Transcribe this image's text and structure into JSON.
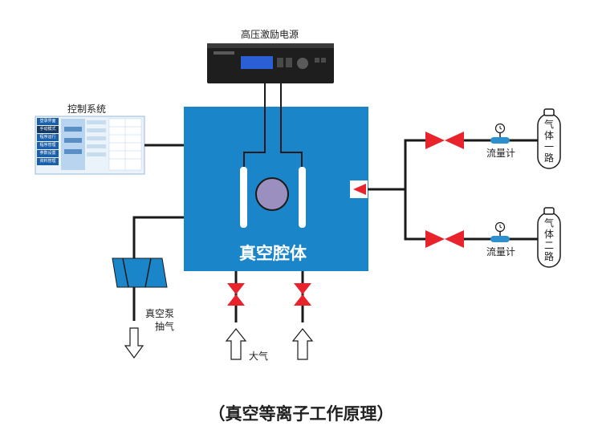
{
  "power_supply": {
    "label": "高压激励电源"
  },
  "control_system": {
    "label": "控制系统",
    "menu_items": [
      "登录界面",
      "手动模式",
      "程序运行",
      "程序管理",
      "参数设置",
      "资料管理"
    ]
  },
  "chamber": {
    "label": "真空腔体"
  },
  "vacuum_pump": {
    "label_line1": "真空泵",
    "label_line2": "抽气"
  },
  "atmosphere": {
    "label": "大气"
  },
  "gas_lines": [
    {
      "cylinder_label": "气体一路",
      "flowmeter_label": "流量计"
    },
    {
      "cylinder_label": "气体二路",
      "flowmeter_label": "流量计"
    }
  ],
  "caption": "（真空等离子工作原理）",
  "colors": {
    "chamber": "#1a85c9",
    "valve": "#e8232c",
    "pipe": "#1a1a1a",
    "flowmeter": "#2e8fcf"
  }
}
